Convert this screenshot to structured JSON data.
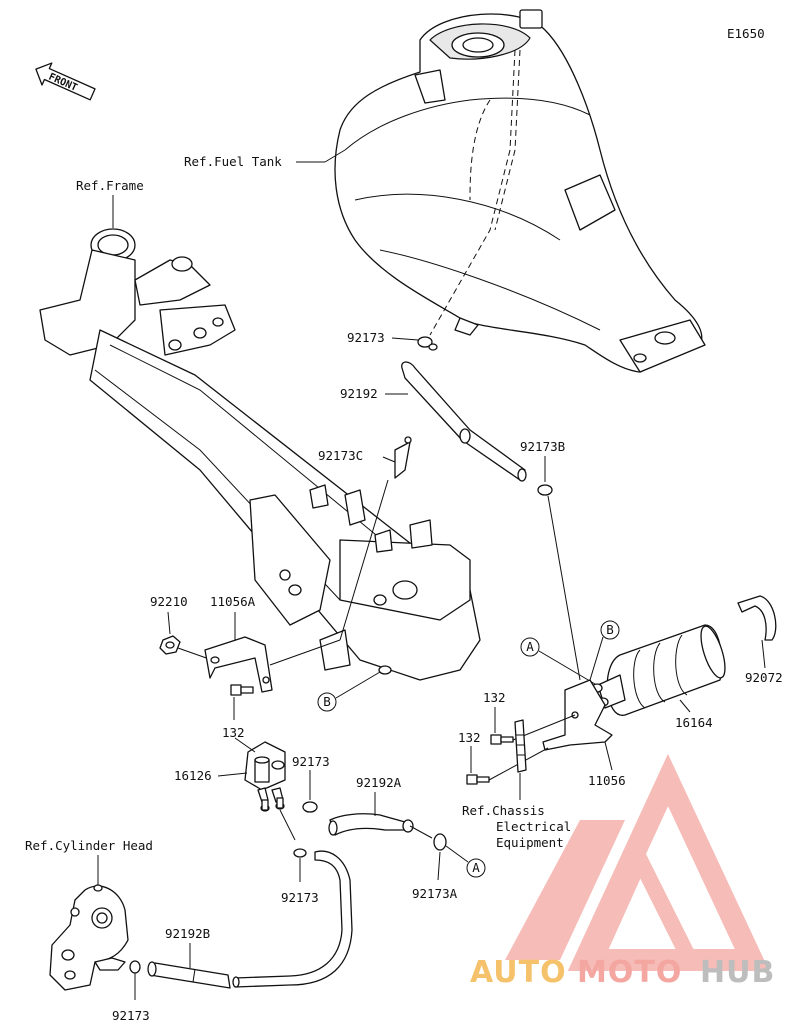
{
  "diagram_id": "E1650",
  "front_label": "FRONT",
  "refs": {
    "fuel_tank": "Ref.Fuel Tank",
    "frame": "Ref.Frame",
    "cylinder_head": "Ref.Cylinder Head",
    "chassis_line1": "Ref.Chassis",
    "chassis_line2": "Electrical",
    "chassis_line3": "Equipment"
  },
  "parts": {
    "p92173_top": "92173",
    "p92192_top": "92192",
    "p92173C": "92173C",
    "p92173B": "92173B",
    "p92210": "92210",
    "p11056A": "11056A",
    "p132_a": "132",
    "p132_b": "132",
    "p132_c": "132",
    "p16126": "16126",
    "p92173_mid": "92173",
    "p92192A": "92192A",
    "p92173_low": "92173",
    "p92173A": "92173A",
    "p92192B": "92192B",
    "p92173_bottom": "92173",
    "p16164": "16164",
    "p92072": "92072",
    "p11056": "11056"
  },
  "markers": {
    "a_top": "A",
    "a_bottom": "A",
    "b_top": "B",
    "b_bottom": "B"
  },
  "watermark": {
    "auto": "AUTO",
    "moto": "MOTO",
    "hub": "HUB",
    "color_auto": "#f5c26b",
    "color_moto": "#f4a6a0",
    "color_hub": "#bdbdbd",
    "color_logo": "#f4a6a0"
  }
}
